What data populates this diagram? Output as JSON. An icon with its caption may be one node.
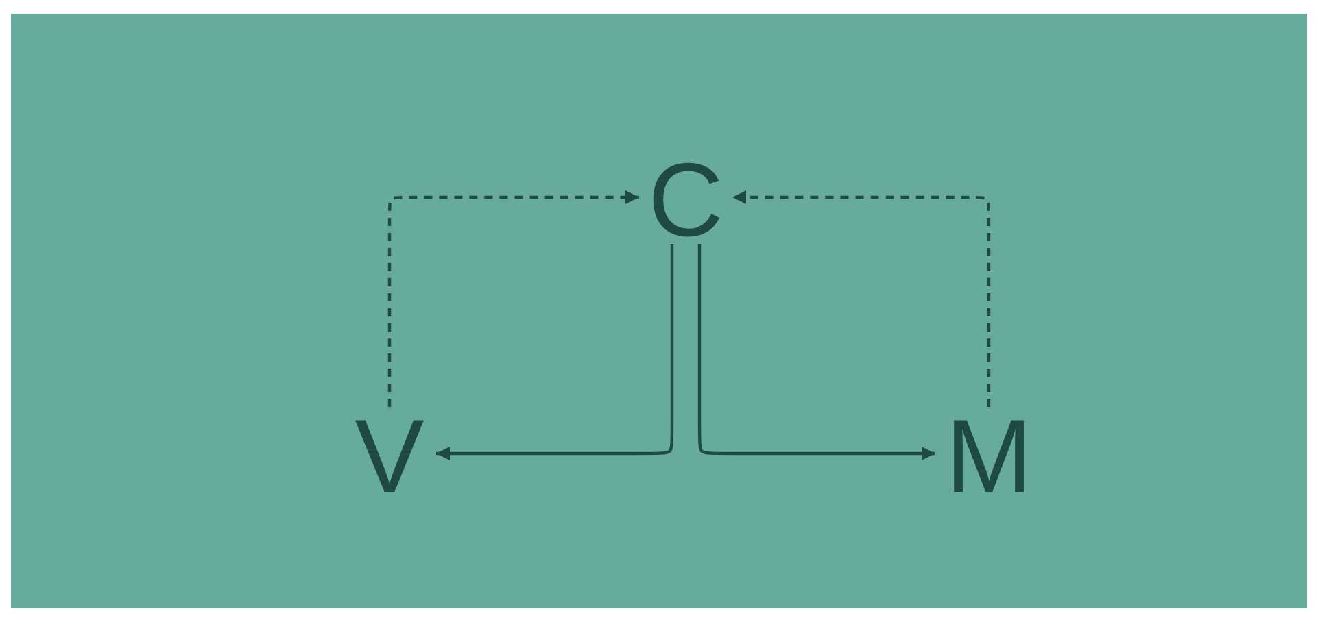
{
  "diagram": {
    "nodes": [
      {
        "text": [
          "C"
        ]
      },
      {
        "text": [
          "V"
        ]
      },
      {
        "text": [
          "M"
        ]
      }
    ],
    "edges": [
      {
        "from": 1,
        "to": 0,
        "arrow": "to",
        "style": "dashed"
      },
      {
        "from": 2,
        "to": 0,
        "arrow": "to",
        "style": "dashed"
      },
      {
        "from": 0,
        "to": 1,
        "arrow": "to"
      },
      {
        "from": 0,
        "to": 2,
        "arrow": "to"
      }
    ]
  }
}
